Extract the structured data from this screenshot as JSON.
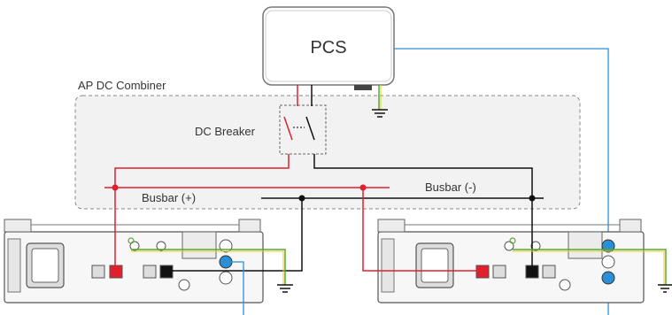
{
  "labels": {
    "pcs": "PCS",
    "combiner": "AP DC Combiner",
    "breaker": "DC Breaker",
    "busbar_pos": "Busbar (+)",
    "busbar_neg": "Busbar (-)"
  },
  "colors": {
    "positive": "#e0202c",
    "negative": "#111111",
    "comm": "#2b8fd6",
    "ground_green": "#56a83a",
    "ground_yellow": "#e6cf1a",
    "outline": "#555555",
    "combiner_fill": "#f2f2f2"
  }
}
